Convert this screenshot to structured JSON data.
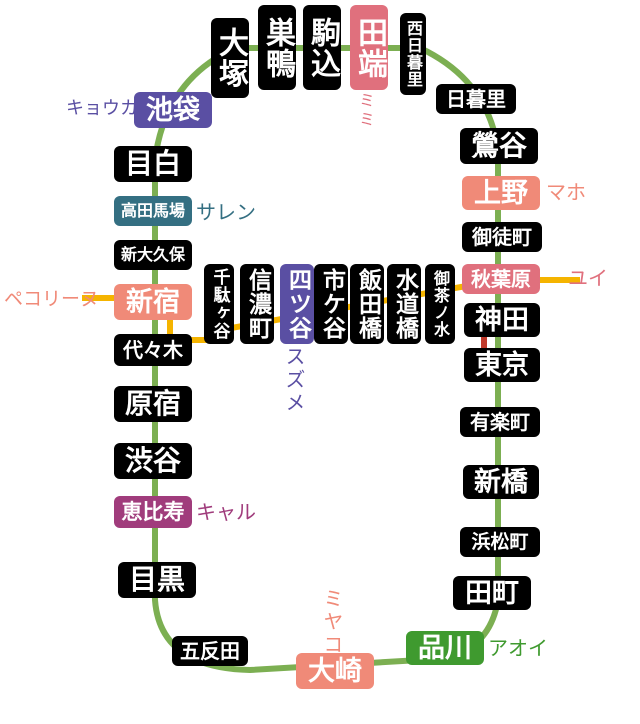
{
  "colors": {
    "loop": "#7caf52",
    "chuo": "#f5b400",
    "link": "#c0392b",
    "pink": "#e0707d",
    "blue": "#5a4fa3",
    "teal": "#346f82",
    "salmon": "#f08a78",
    "plum": "#a03c7c",
    "green": "#3f9a2f"
  },
  "stations": {
    "otsuka": "大塚",
    "sugamo": "巣鴨",
    "komagome": "駒込",
    "tabata": "田端",
    "nishinippori": "西日暮里",
    "nippori": "日暮里",
    "uguisudani": "鶯谷",
    "ueno": "上野",
    "okachimachi": "御徒町",
    "akihabara": "秋葉原",
    "kanda": "神田",
    "tokyo": "東京",
    "yurakucho": "有楽町",
    "shimbashi": "新橋",
    "hamamatsucho": "浜松町",
    "tamachi": "田町",
    "shinagawa": "品川",
    "osaki": "大崎",
    "gotanda": "五反田",
    "meguro": "目黒",
    "ebisu": "恵比寿",
    "shibuya": "渋谷",
    "harajuku": "原宿",
    "yoyogi": "代々木",
    "shinjuku": "新宿",
    "shinokubo": "新大久保",
    "takadanobaba": "高田馬場",
    "mejiro": "目白",
    "ikebukuro": "池袋",
    "sendagaya": "千駄ヶ谷",
    "shinanomachi": "信濃町",
    "yotsuya": "四ツ谷",
    "ichigaya": "市ケ谷",
    "iidabashi": "飯田橋",
    "suidobashi": "水道橋",
    "ochanomizu": "御茶ノ水"
  },
  "labels": {
    "mimi": "ミミ",
    "maho": "マホ",
    "yui": "ユイ",
    "suzume": "スズメ",
    "aoi": "アオイ",
    "miyako": "ミヤコ",
    "kyouka": "キョウカ",
    "saren": "サレン",
    "pecorine": "ペコリーヌ",
    "kyaru": "キャル"
  }
}
